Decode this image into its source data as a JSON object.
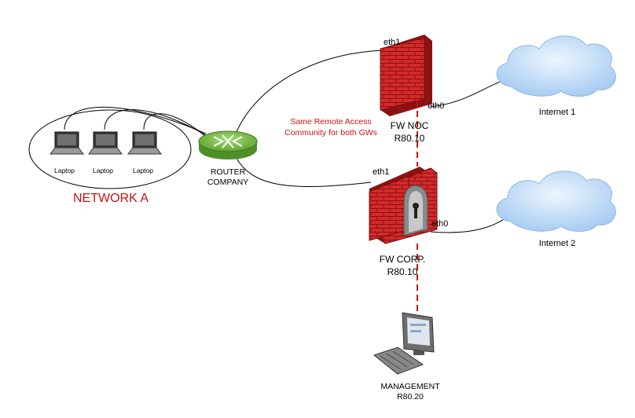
{
  "network_a": {
    "title": "NETWORK A",
    "laptops": [
      "Laptop",
      "Laptop",
      "Laptop"
    ]
  },
  "router": {
    "line1": "ROUTER",
    "line2": "COMPANY"
  },
  "fw_noc": {
    "name": "FW NOC",
    "version": "R80.10",
    "eth1": "eth1",
    "eth0": "eth0"
  },
  "fw_corp": {
    "name": "FW CORP.",
    "version": "R80.10",
    "eth1": "eth1",
    "eth0": "eth0"
  },
  "internet1": "Internet 1",
  "internet2": "Internet 2",
  "management": {
    "name": "MANAGEMENT",
    "version": "R80.20"
  },
  "note": {
    "line1": "Same Remote Access",
    "line2": "Community for both GWs"
  },
  "colors": {
    "firewall": "#d42a2a",
    "link": "#cc1111",
    "cloud": "#c9e0f8",
    "router": "#7fc24a",
    "text_accent": "#cc1111"
  }
}
